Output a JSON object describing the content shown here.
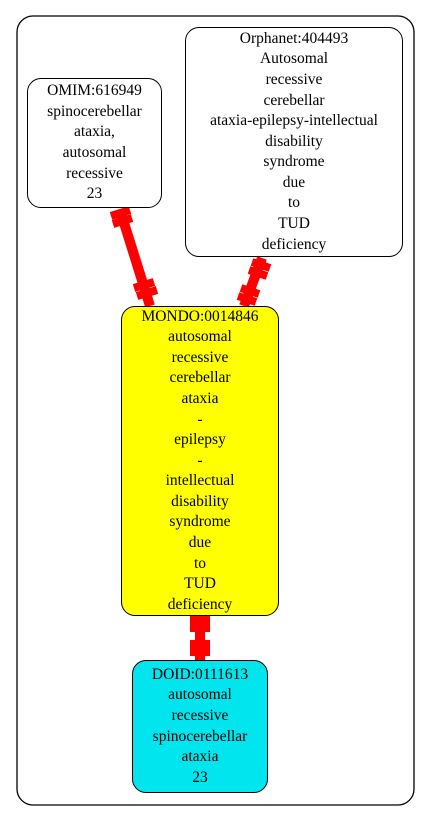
{
  "colors": {
    "edge": "#ff0000",
    "mondo_fill": "#ffff00",
    "doid_fill": "#00e5ee",
    "default_fill": "#ffffff",
    "stroke": "#000000"
  },
  "nodes": {
    "omim": {
      "id": "OMIM:616949",
      "lines": [
        "spinocerebellar",
        "ataxia,",
        "autosomal",
        "recessive",
        "23"
      ]
    },
    "orphanet": {
      "id": "Orphanet:404493",
      "lines": [
        "Autosomal",
        "recessive",
        "cerebellar",
        "ataxia-epilepsy-intellectual",
        "disability",
        "syndrome",
        "due",
        "to",
        "TUD",
        "deficiency"
      ]
    },
    "mondo": {
      "id": "MONDO:0014846",
      "lines": [
        "autosomal",
        "recessive",
        "cerebellar",
        "ataxia",
        "-",
        "epilepsy",
        "-",
        "intellectual",
        "disability",
        "syndrome",
        "due",
        "to",
        "TUD",
        "deficiency"
      ]
    },
    "doid": {
      "id": "DOID:0111613",
      "lines": [
        "autosomal",
        "recessive",
        "spinocerebellar",
        "ataxia",
        "23"
      ]
    }
  },
  "edges": [
    {
      "from": "omim",
      "to": "mondo"
    },
    {
      "from": "orphanet",
      "to": "mondo"
    },
    {
      "from": "mondo",
      "to": "doid"
    }
  ]
}
